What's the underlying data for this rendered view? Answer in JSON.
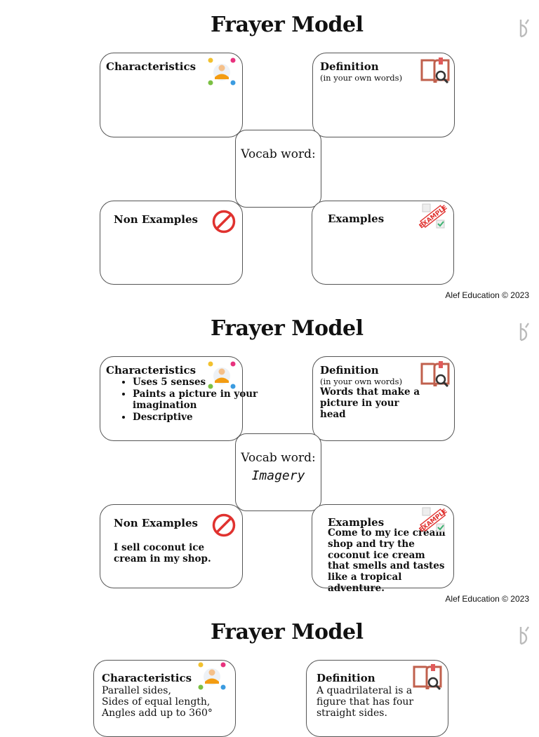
{
  "footer_text": "Alef Education © 2023",
  "colors": {
    "no_sign": "#e0322f",
    "book": "#c0604d",
    "person_dots": [
      "#f2c12e",
      "#e8327e",
      "#3b9be0",
      "#7bc043"
    ],
    "check": "#3cb371"
  },
  "models": [
    {
      "title": "Frayer Model",
      "characteristics": {
        "label": "Characteristics",
        "items": []
      },
      "definition": {
        "label": "Definition",
        "sublabel": "(in your own words)",
        "text": ""
      },
      "vocab": {
        "label": "Vocab word:",
        "word": ""
      },
      "non_examples": {
        "label": "Non Examples",
        "text": ""
      },
      "examples": {
        "label": "Examples",
        "text": ""
      }
    },
    {
      "title": "Frayer Model",
      "characteristics": {
        "label": "Characteristics",
        "items": [
          "Uses 5 senses",
          "Paints a picture in your imagination",
          "Descriptive"
        ]
      },
      "definition": {
        "label": "Definition",
        "sublabel": "(in your own words)",
        "text": "Words that make a picture in your head"
      },
      "vocab": {
        "label": "Vocab word:",
        "word": "Imagery"
      },
      "non_examples": {
        "label": "Non Examples",
        "text": "I sell coconut ice cream in my shop."
      },
      "examples": {
        "label": "Examples",
        "text": "Come to my ice cream shop and try the coconut ice cream that smells and tastes like a tropical adventure."
      }
    },
    {
      "title": "Frayer Model",
      "characteristics": {
        "label": "Characteristics",
        "lines": [
          "Parallel sides,",
          "Sides of equal length,",
          "Angles add up to 360°"
        ]
      },
      "definition": {
        "label": "Definition",
        "text": "A quadrilateral is a figure that has four straight sides."
      }
    }
  ],
  "icons": {
    "characteristics": "person-network-icon",
    "definition": "book-magnifier-icon",
    "non_examples": "no-sign-icon",
    "examples": "example-stamp-icon",
    "brand": "brand-logo-icon"
  }
}
